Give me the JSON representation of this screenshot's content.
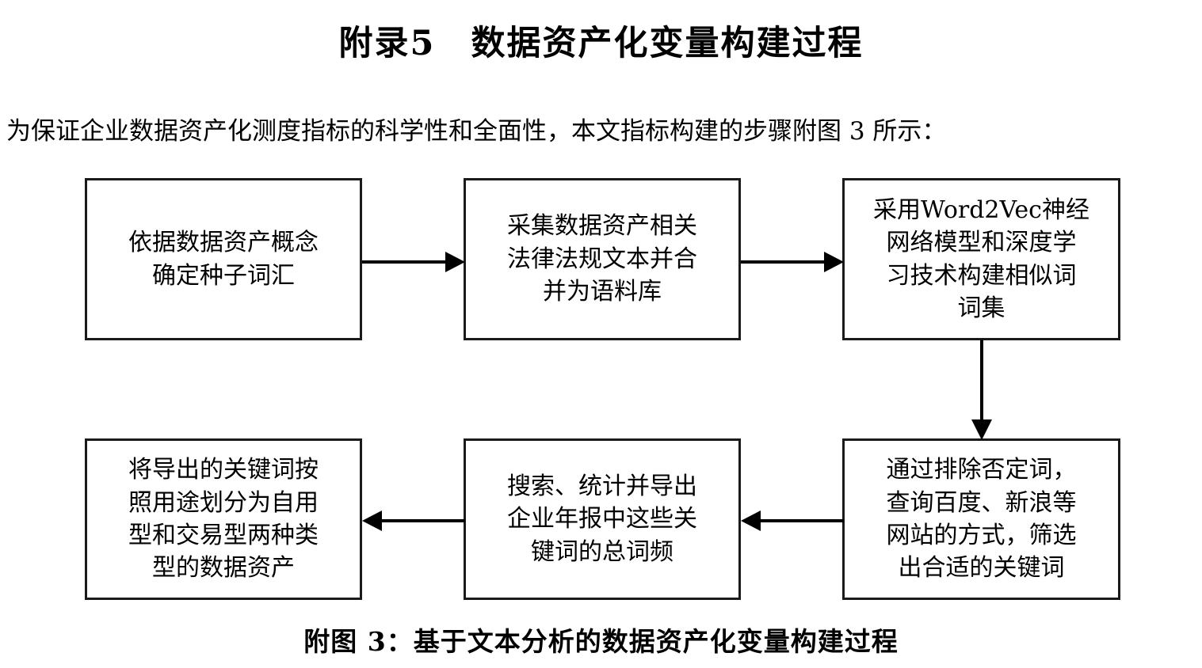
{
  "document": {
    "title": "附录5　数据资产化变量构建过程",
    "intro_paragraph": "为保证企业数据资产化测度指标的科学性和全面性，本文指标构建的步骤附图 3 所示：",
    "figure_caption": "附图 3：基于文本分析的数据资产化变量构建过程",
    "text_color": "#000000",
    "background_color": "#ffffff",
    "box_border_color": "#1a1a1a"
  },
  "flowchart": {
    "boxes": [
      {
        "id": "step-1",
        "text": "依据数据资产概念\n确定种子词汇"
      },
      {
        "id": "step-2",
        "text": "采集数据资产相关\n法律法规文本并合\n并为语料库"
      },
      {
        "id": "step-3",
        "text": "采用Word2Vec神经\n网络模型和深度学\n习技术构建相似词\n词集"
      },
      {
        "id": "step-4",
        "text": "通过排除否定词，\n查询百度、新浪等\n网站的方式，筛选\n出合适的关键词"
      },
      {
        "id": "step-5",
        "text": "搜索、统计并导出\n企业年报中这些关\n键词的总词频"
      },
      {
        "id": "step-6",
        "text": "将导出的关键词按\n照用途划分为自用\n型和交易型两种类\n型的数据资产"
      }
    ],
    "connectors": [
      {
        "id": "arrow-1-to-2",
        "direction": "right"
      },
      {
        "id": "arrow-2-to-3",
        "direction": "right"
      },
      {
        "id": "arrow-3-to-4",
        "direction": "down"
      },
      {
        "id": "arrow-4-to-5",
        "direction": "left"
      },
      {
        "id": "arrow-5-to-6",
        "direction": "left"
      }
    ]
  }
}
